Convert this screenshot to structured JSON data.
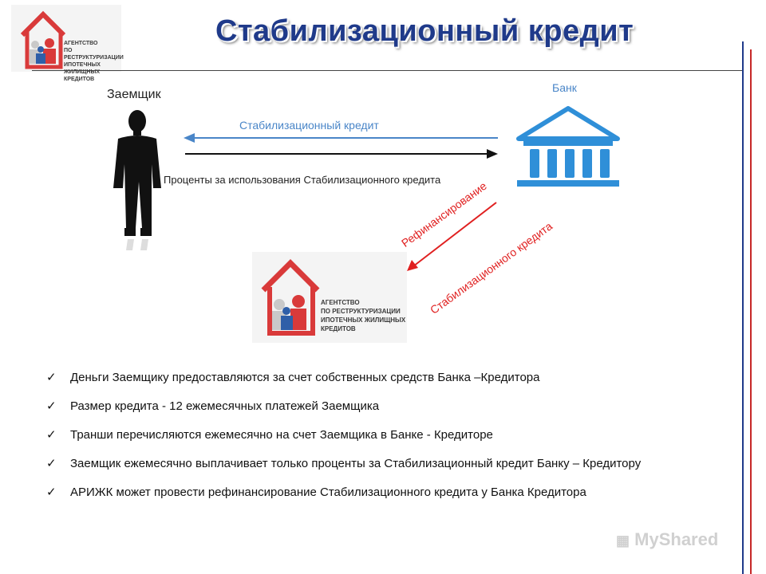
{
  "title": "Стабилизационный кредит",
  "logo": {
    "lines": [
      "АГЕНТСТВО",
      "ПО РЕСТРУКТУРИЗАЦИИ",
      "ИПОТЕЧНЫХ ЖИЛИЩНЫХ",
      "КРЕДИТОВ"
    ]
  },
  "diagram": {
    "borrower_label": "Заемщик",
    "bank_label": "Банк",
    "arrow_top_label": "Стабилизационный кредит",
    "arrow_bottom_label": "Проценты за использования Стабилизационного кредита",
    "refinance_line1": "Рефинансирование",
    "refinance_line2": "Стабилизационного кредита"
  },
  "bullets": [
    "Деньги Заемщику предоставляются за счет собственных  средств Банка –Кредитора",
    "Размер кредита - 12 ежемесячных платежей Заемщика",
    "Транши перечисляются ежемесячно на счет Заемщика в Банке - Кредиторе",
    "Заемщик ежемесячно выплачивает только проценты за Стабилизационный кредит Банку – Кредитору",
    "АРИЖК может провести рефинансирование Стабилизационного кредита у Банка Кредитора"
  ],
  "watermark": "MyShared",
  "colors": {
    "title": "#1f3a8a",
    "blue_arrow": "#4a86c8",
    "red_arrow": "#e02020",
    "bank_icon": "#2f8fd8",
    "logo_red": "#d93a3a",
    "logo_blue": "#2f5fa8",
    "frame_blue": "#1f3a8a",
    "frame_red": "#c62828"
  }
}
